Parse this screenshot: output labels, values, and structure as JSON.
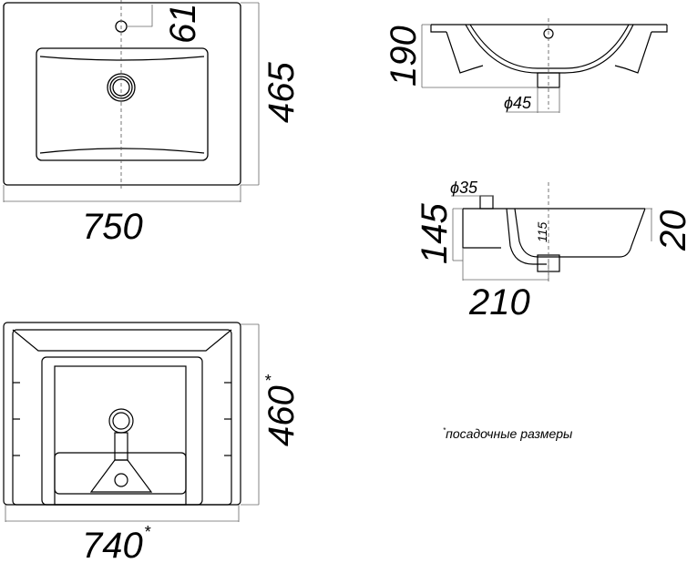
{
  "views": {
    "top": {
      "width_label": "750",
      "depth_label": "465",
      "tap_offset_label": "61"
    },
    "front_section": {
      "height_label": "190",
      "drain_diameter_label": "ϕ45"
    },
    "side_section": {
      "height_label": "145",
      "bowl_depth_label": "115",
      "rim_label": "20",
      "depth_label": "210",
      "tap_hole_label": "ϕ35"
    },
    "bottom": {
      "width_label": "740",
      "depth_label": "460",
      "asterisk": "*"
    }
  },
  "note": {
    "asterisk": "*",
    "text": "посадочные размеры"
  }
}
